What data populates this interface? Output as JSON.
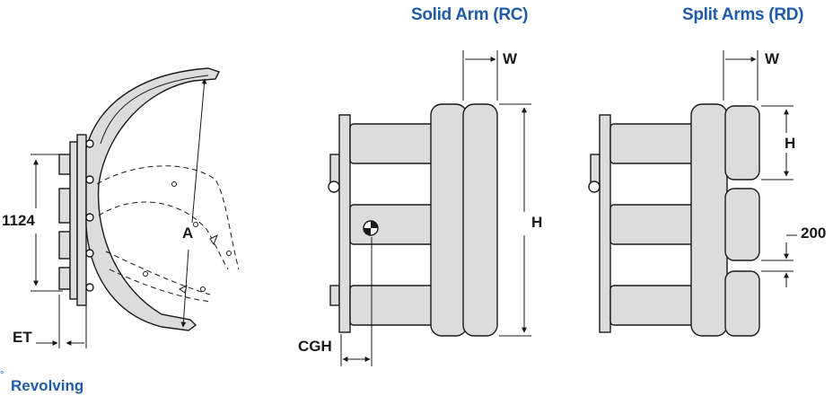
{
  "titles": {
    "solid": "Solid Arm (RC)",
    "split": "Split Arms (RD)"
  },
  "dimensions": {
    "side_height": "1124",
    "arc": "A",
    "et": "ET",
    "cgh": "CGH",
    "w_solid": "W",
    "h_solid": "H",
    "w_split": "W",
    "h_split": "H",
    "gap": "200"
  },
  "footer": {
    "degree": "°",
    "label": "Revolving"
  },
  "colors": {
    "title": "#1f5ba8",
    "body": "#dcdcdc",
    "outline": "#1a1a1a"
  }
}
